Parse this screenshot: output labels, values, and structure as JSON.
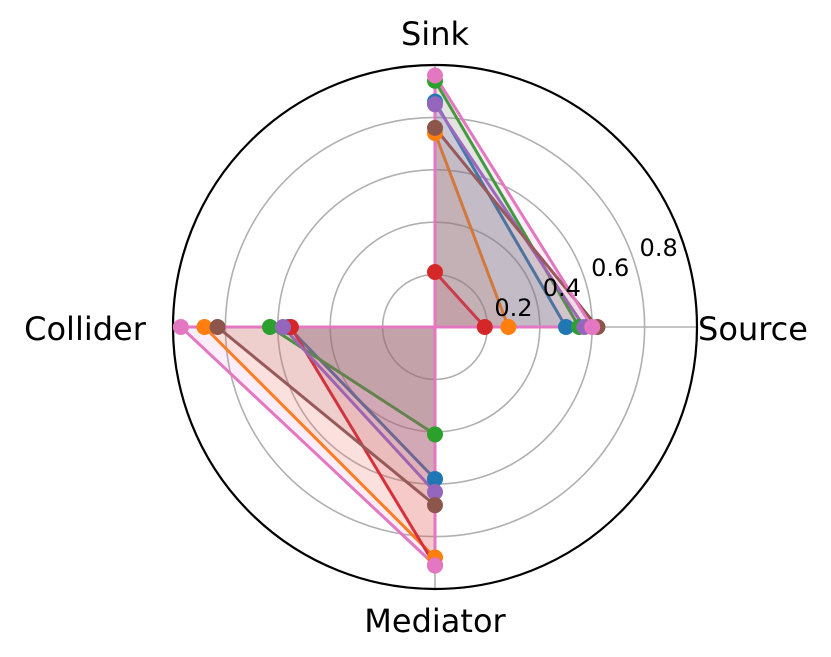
{
  "chart_data": {
    "type": "radar",
    "axes": [
      "Source",
      "Sink",
      "Mediator",
      "Collider"
    ],
    "rlim": [
      0,
      1.0
    ],
    "rticks": [
      0.2,
      0.4,
      0.6,
      0.8
    ],
    "rtick_labels": [
      "0.2",
      "0.4",
      "0.6",
      "0.8"
    ],
    "grid": true,
    "series": [
      {
        "color": "#1f77b4",
        "values": {
          "Source": 0.5,
          "Sink": 0.86,
          "Mediator": 0.58,
          "Collider": 0.56
        }
      },
      {
        "color": "#ff7f0e",
        "values": {
          "Source": 0.28,
          "Sink": 0.74,
          "Mediator": 0.88,
          "Collider": 0.88
        }
      },
      {
        "color": "#2ca02c",
        "values": {
          "Source": 0.55,
          "Sink": 0.94,
          "Mediator": 0.41,
          "Collider": 0.63
        }
      },
      {
        "color": "#d62728",
        "values": {
          "Source": 0.19,
          "Sink": 0.21,
          "Mediator": 0.91,
          "Collider": 0.55
        }
      },
      {
        "color": "#9467bd",
        "values": {
          "Source": 0.57,
          "Sink": 0.85,
          "Mediator": 0.63,
          "Collider": 0.58
        }
      },
      {
        "color": "#8c564b",
        "values": {
          "Source": 0.62,
          "Sink": 0.76,
          "Mediator": 0.68,
          "Collider": 0.83
        }
      },
      {
        "color": "#e377c2",
        "values": {
          "Source": 0.6,
          "Sink": 0.96,
          "Mediator": 0.91,
          "Collider": 0.97
        }
      }
    ]
  }
}
